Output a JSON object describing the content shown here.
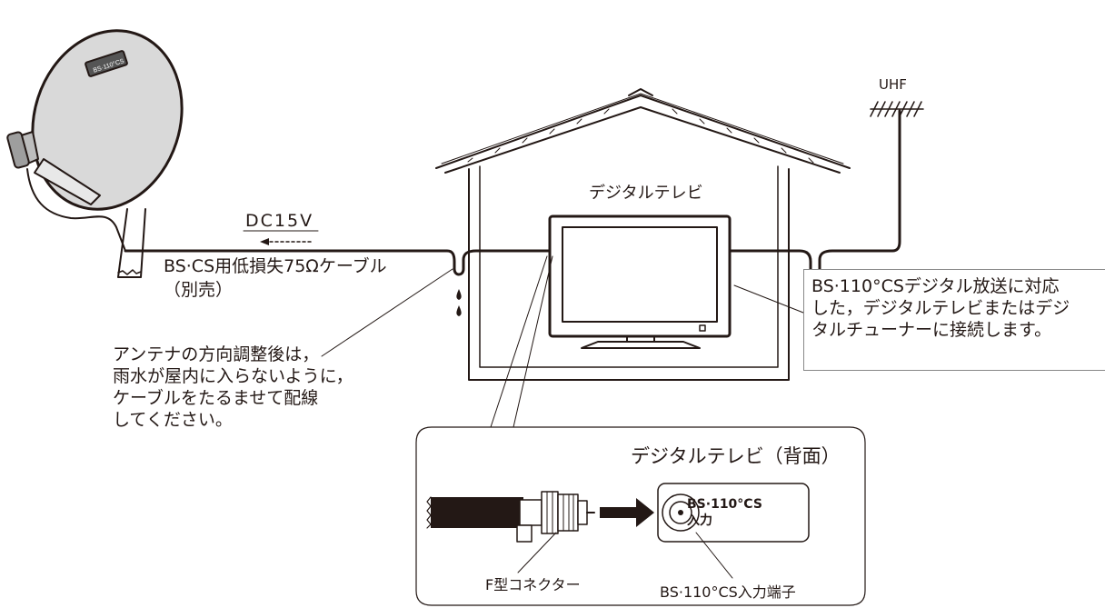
{
  "labels": {
    "dc_voltage": "DC15V",
    "cable_line1": "BS·CS用低損失75Ωケーブル",
    "cable_line2": "（別売）",
    "tv": "デジタルテレビ",
    "uhf": "UHF",
    "inset_title": "デジタルテレビ（背面）",
    "port_line1": "BS·110°CS",
    "port_line2": "入力",
    "connector": "F型コネクター",
    "input_terminal": "BS·110°CS入力端子"
  },
  "notes": {
    "left": [
      "アンテナの方向調整後は，",
      "雨水が屋内に入らないように，",
      "ケーブルをたるませて配線",
      "してください。"
    ],
    "right": [
      "BS·110°CSデジタル放送に対応",
      "した，デジタルテレビまたはデジ",
      "タルチューナーに接続します。"
    ]
  },
  "colors": {
    "line": "#231815",
    "dish": "#d9d9d9",
    "connector": "#ffffff"
  }
}
